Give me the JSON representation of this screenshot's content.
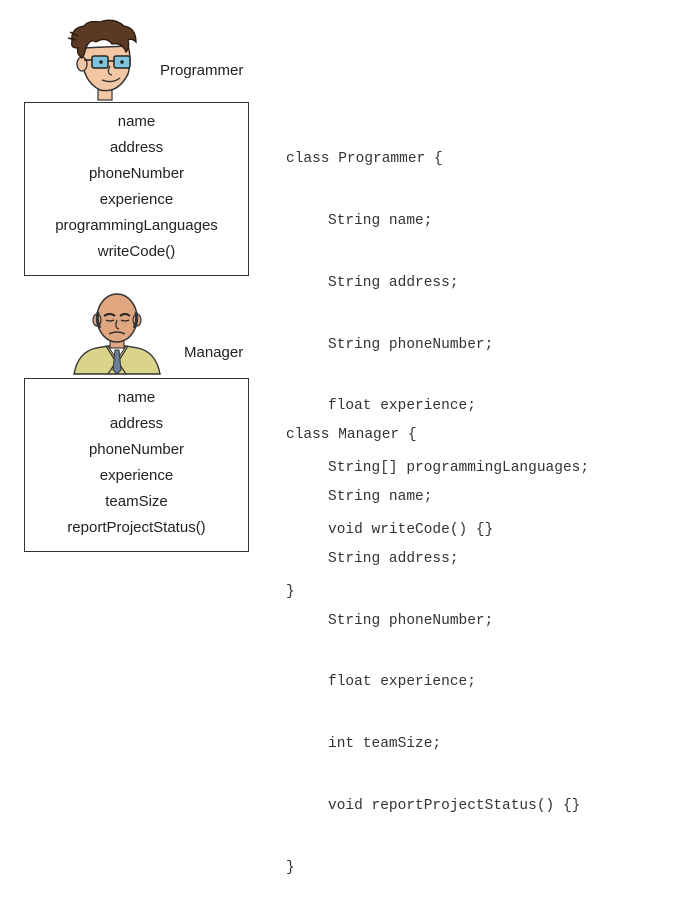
{
  "programmer": {
    "role_label": "Programmer",
    "attributes": [
      "name",
      "address",
      "phoneNumber",
      "experience",
      "programmingLanguages",
      "writeCode()"
    ],
    "code": {
      "open": "class Programmer {",
      "lines": [
        "String name;",
        "String address;",
        "String phoneNumber;",
        "float experience;",
        "String[] programmingLanguages;",
        "void writeCode() {}"
      ],
      "close": "}"
    }
  },
  "manager": {
    "role_label": "Manager",
    "attributes": [
      "name",
      "address",
      "phoneNumber",
      "experience",
      "teamSize",
      "reportProjectStatus()"
    ],
    "code": {
      "open": "class Manager {",
      "lines": [
        "String name;",
        "String address;",
        "String phoneNumber;",
        "float experience;",
        "int teamSize;",
        "void reportProjectStatus() {}"
      ],
      "close": "}"
    }
  },
  "colors": {
    "programmer_hair": "#5a3a22",
    "programmer_skin": "#f4c7a4",
    "programmer_glasses": "#7fc4d8",
    "manager_skin": "#e0a680",
    "manager_jacket": "#d9d48a",
    "manager_tie": "#6b7f9c"
  }
}
